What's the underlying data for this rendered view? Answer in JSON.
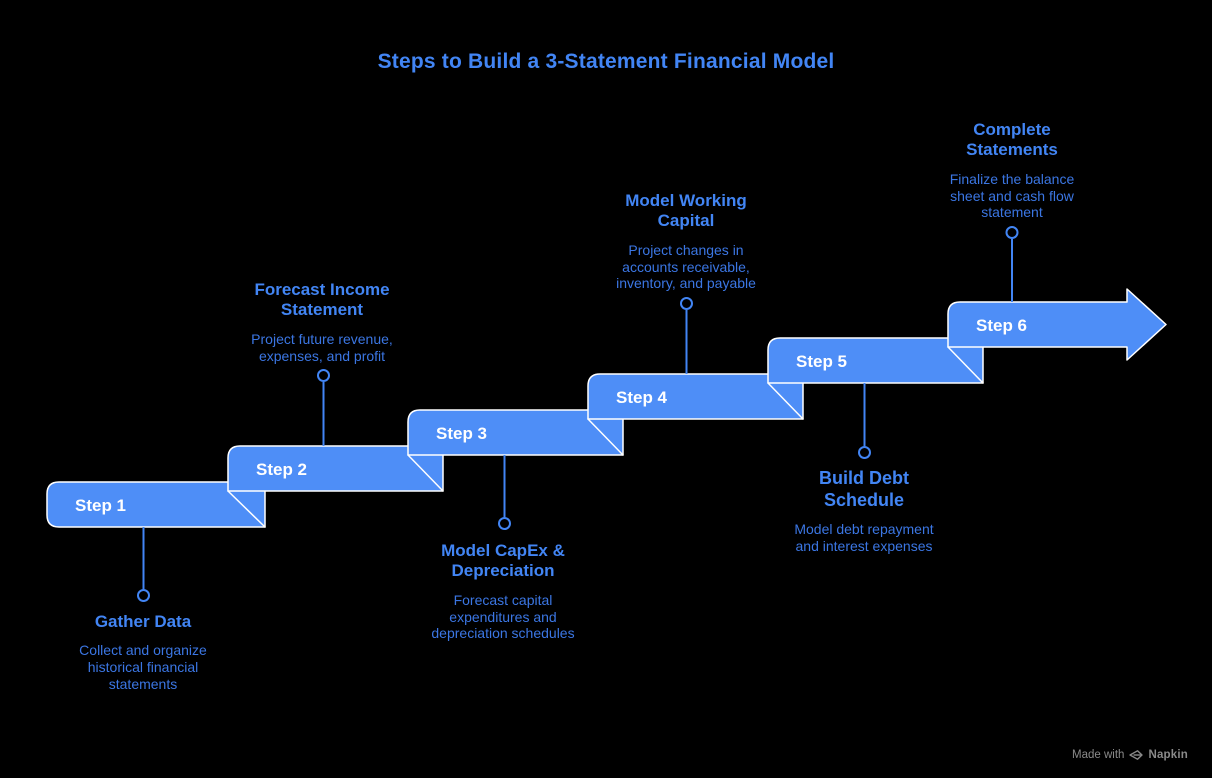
{
  "title": "Steps to Build a 3-Statement Financial Model",
  "colors": {
    "background": "#000000",
    "bar_fill": "#4e8ef7",
    "bar_outline": "#ffffff",
    "accent": "#4285f4",
    "description_text": "#3b76e3",
    "credit_text": "#8a8a8a"
  },
  "steps": [
    {
      "label": "Step 1",
      "title": "Gather Data",
      "description": "Collect and organize historical financial statements",
      "callout_position": "below"
    },
    {
      "label": "Step 2",
      "title": "Forecast Income Statement",
      "description": "Project future revenue, expenses, and profit",
      "callout_position": "above"
    },
    {
      "label": "Step 3",
      "title": "Model CapEx & Depreciation",
      "description": "Forecast capital expenditures and depreciation schedules",
      "callout_position": "below"
    },
    {
      "label": "Step 4",
      "title": "Model Working Capital",
      "description": "Project changes in accounts receivable, inventory, and payable",
      "callout_position": "above"
    },
    {
      "label": "Step 5",
      "title": "Build Debt Schedule",
      "description": "Model debt repayment and interest expenses",
      "callout_position": "below"
    },
    {
      "label": "Step 6",
      "title": "Complete Statements",
      "description": "Finalize the balance sheet and cash flow statement",
      "callout_position": "above"
    }
  ],
  "credit": {
    "prefix": "Made with",
    "brand": "Napkin",
    "icon": "pen-icon"
  }
}
